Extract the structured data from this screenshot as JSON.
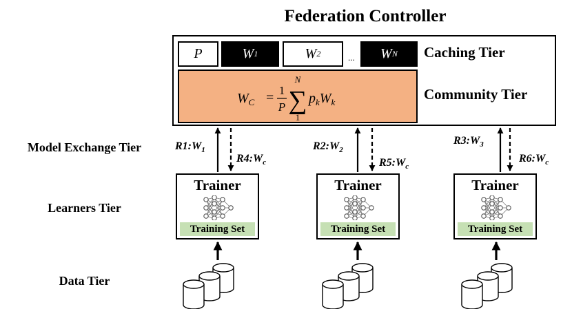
{
  "title": "Federation Controller",
  "tiers": {
    "caching": "Caching Tier",
    "community": "Community Tier",
    "model_exchange": "Model Exchange Tier",
    "learners": "Learners Tier",
    "data": "Data Tier"
  },
  "cache_cells": [
    {
      "symbol": "P",
      "sub": ""
    },
    {
      "symbol": "W",
      "sub": "1"
    },
    {
      "symbol": "W",
      "sub": "2"
    },
    {
      "symbol": "W",
      "sub": "N"
    }
  ],
  "ellipsis": "...",
  "formula": {
    "lhs": "W",
    "lhs_sub": "C",
    "equals": "=",
    "frac_num": "1",
    "frac_den": "P",
    "sigma": "∑",
    "upper": "N",
    "lower": "1",
    "term_p": "p",
    "term_p_sub": "k",
    "term_w": "W",
    "term_w_sub": "k"
  },
  "learners": [
    {
      "trainer": "Trainer",
      "training_set": "Training Set"
    },
    {
      "trainer": "Trainer",
      "training_set": "Training Set"
    },
    {
      "trainer": "Trainer",
      "training_set": "Training Set"
    }
  ],
  "messages": [
    {
      "req": "R1",
      "sep": ":",
      "w": "W",
      "sub": "1"
    },
    {
      "req": "R4",
      "sep": ":",
      "w": "W",
      "sub": "c"
    },
    {
      "req": "R2",
      "sep": ":",
      "w": "W",
      "sub": "2"
    },
    {
      "req": "R5",
      "sep": ":",
      "w": "W",
      "sub": "c"
    },
    {
      "req": "R3",
      "sep": ":",
      "w": "W",
      "sub": "3"
    },
    {
      "req": "R6",
      "sep": ":",
      "w": "W",
      "sub": "c"
    }
  ],
  "icons": {
    "neural_network": "neural-network-icon",
    "database": "database-icon"
  }
}
